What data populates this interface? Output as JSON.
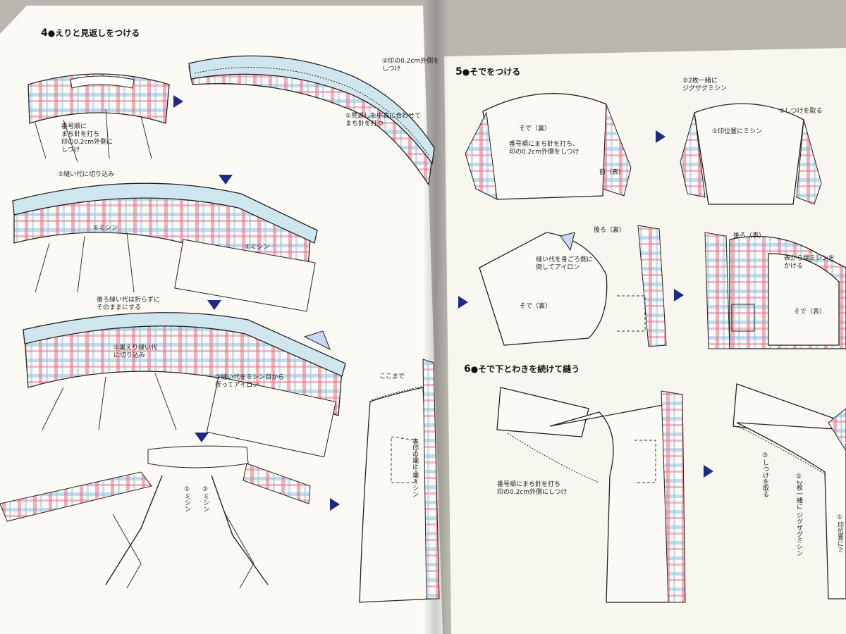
{
  "section4": {
    "number": "4",
    "title": "●えりと見返しをつける",
    "notes": {
      "pin_baste": "番号順に\nまち針を打ち\n印の0.2cm外側に\nしつけ",
      "facing_match": "①見返しを中表に合わせて\nまち針を打つ",
      "outside_baste": "②印の0.2cm外側を\nしつけ",
      "cut_seam": "②縫い代に切り込み",
      "machine_1": "①ミシン",
      "machine_2": "①ミシン",
      "back_seam_note": "後ろ縫い代は折らずに\nそのままにする",
      "back_collar_cut": "①裏えり縫い代\nに切り込み",
      "fold_iron": "②縫い代をミシン目から\n折ってアイロン",
      "machine_v1": "①ミシン",
      "machine_v2": "②ミシン",
      "up_to_here": "ここまで",
      "edge_machine": "表印の端に\n端ミシン"
    }
  },
  "section5": {
    "number": "5",
    "title": "●そでをつける",
    "notes": {
      "sleeve_label": "そで（裏）",
      "pin_baste": "番号順にまち針を打ち、\n印の0.2cm外側をしつけ",
      "front_label": "前（表）",
      "zigzag": "②2枚一緒に\nジグザグミシン",
      "mark_machine": "①印位置にミシン",
      "remove_basting": "③しつけを取る",
      "back_label": "後ろ（裏）",
      "seam_iron": "縫い代を身ごろ側に\n倒してアイロン",
      "sleeve_label_2": "そで（裏）",
      "back_label_2": "後ろ（表）",
      "front_topstitch": "表から端ミシンを\nかける",
      "sleeve_front": "そで（表）"
    }
  },
  "section6": {
    "number": "6",
    "title": "●そで下とわきを続けて縫う",
    "notes": {
      "pin_baste": "番号順にまち針を打ち\n印の0.2cm外側にしつけ",
      "remove_basting": "③しつけを取る",
      "zigzag": "②2枚一緒に\nジグザグミシン",
      "mark_machine": "①印位置にミ"
    },
    "marks": [
      "①",
      "②",
      "③"
    ]
  },
  "colors": {
    "arrow": "#202a82",
    "plaid_pink": "#e5708e",
    "plaid_blue": "#8fc3e4",
    "facing_blue": "#cfe6ef"
  }
}
